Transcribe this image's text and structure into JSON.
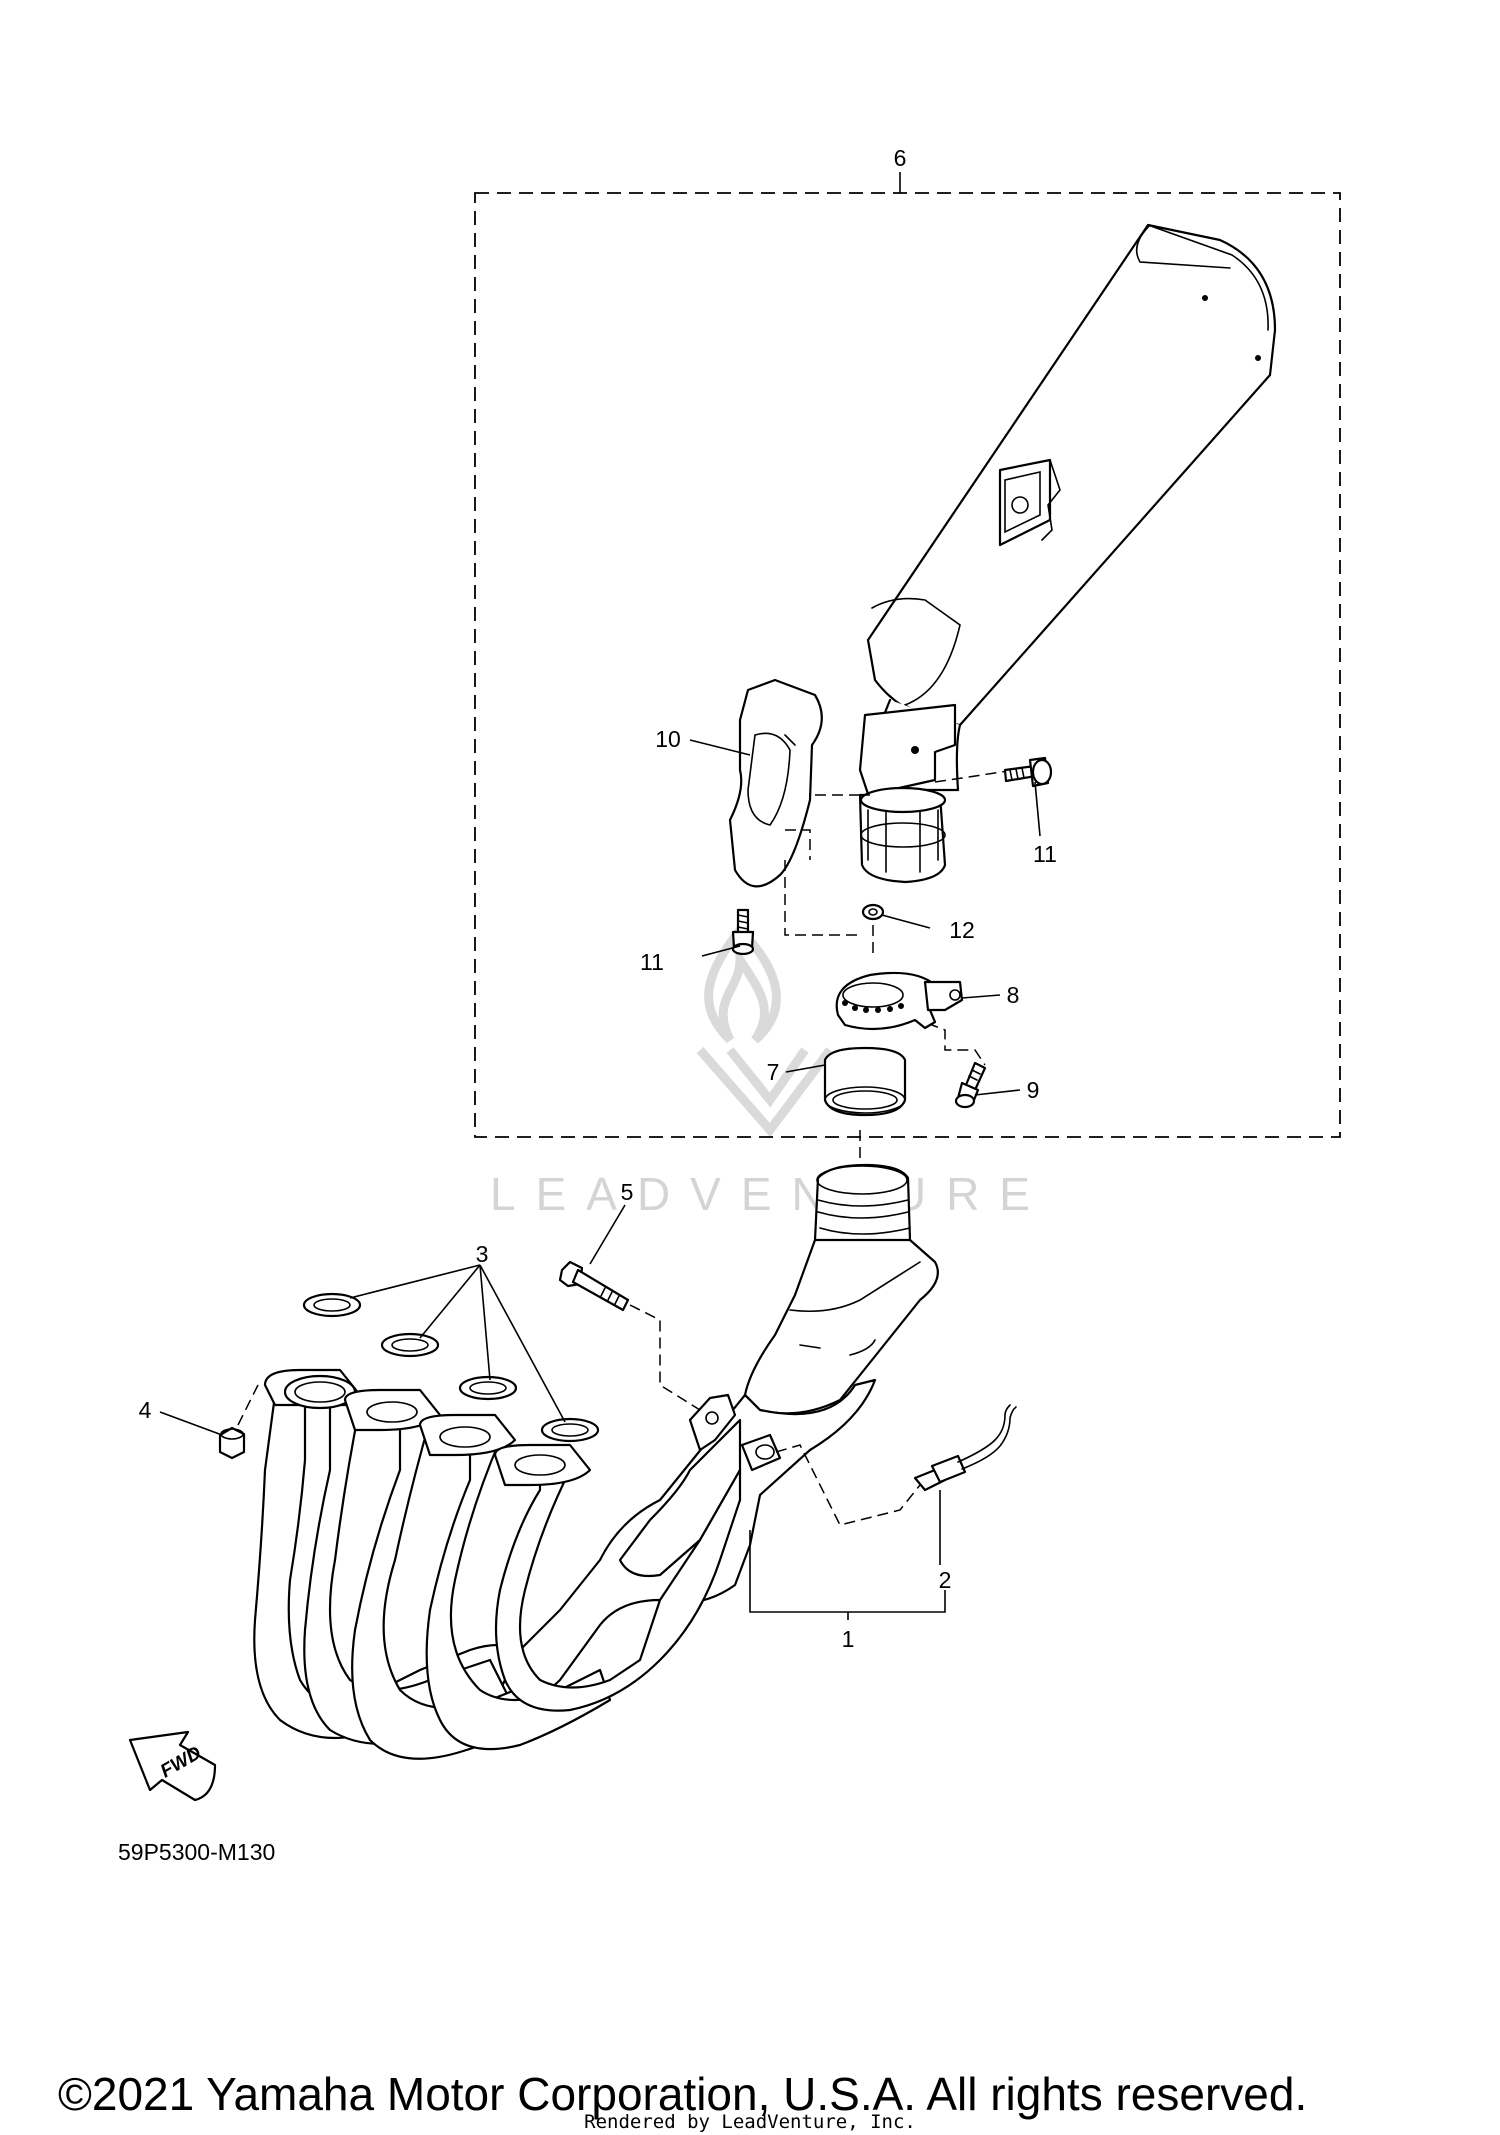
{
  "callouts": {
    "c1": "1",
    "c2": "2",
    "c3": "3",
    "c4": "4",
    "c5": "5",
    "c6": "6",
    "c7": "7",
    "c8": "8",
    "c9": "9",
    "c10": "10",
    "c11a": "11",
    "c11b": "11",
    "c12": "12"
  },
  "fwd_label": "FWD",
  "diagram_code": "59P5300-M130",
  "watermark": "LEADVENTURE",
  "copyright": "©2021 Yamaha Motor Corporation, U.S.A. All rights reserved.",
  "rendered_by": "Rendered by LeadVenture, Inc.",
  "colors": {
    "line": "#000000",
    "watermark": "#d4d4d4",
    "background": "#ffffff"
  }
}
